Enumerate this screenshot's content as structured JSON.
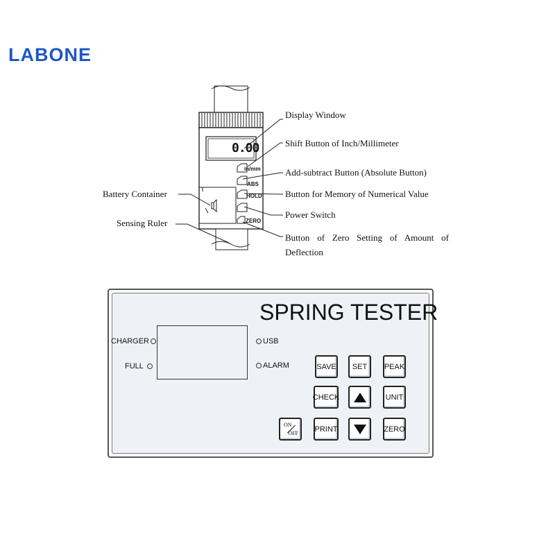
{
  "brand": {
    "logo_text": "LABONE",
    "color": "#1f57c7"
  },
  "gauge_diagram": {
    "display_value": "0.00",
    "buttons": {
      "in_mm": "in/mm",
      "abs": "ABS",
      "hold": "HOLD",
      "zero": "ZERO"
    },
    "labels": {
      "display_window": "Display Window",
      "shift_button": "Shift Button of Inch/Millimeter",
      "add_subtract_button": "Add-subtract Button (Absolute Button)",
      "memory_button": "Button for Memory of Numerical Value",
      "power_switch": "Power Switch",
      "zero_button": "Button of Zero Setting of Amount of Deflection",
      "battery_container": "Battery Container",
      "sensing_ruler": "Sensing Ruler"
    }
  },
  "spring_tester": {
    "title": "SPRING TESTER",
    "indicators": {
      "charger": "CHARGER",
      "full": "FULL",
      "usb": "USB",
      "alarm": "ALARM"
    },
    "buttons": {
      "save": "SAVE",
      "set": "SET",
      "peak": "PEAK",
      "check": "CHECK",
      "unit": "UNIT",
      "print": "PRINT",
      "zero": "ZERO",
      "on": "ON",
      "off": "OFF"
    }
  }
}
